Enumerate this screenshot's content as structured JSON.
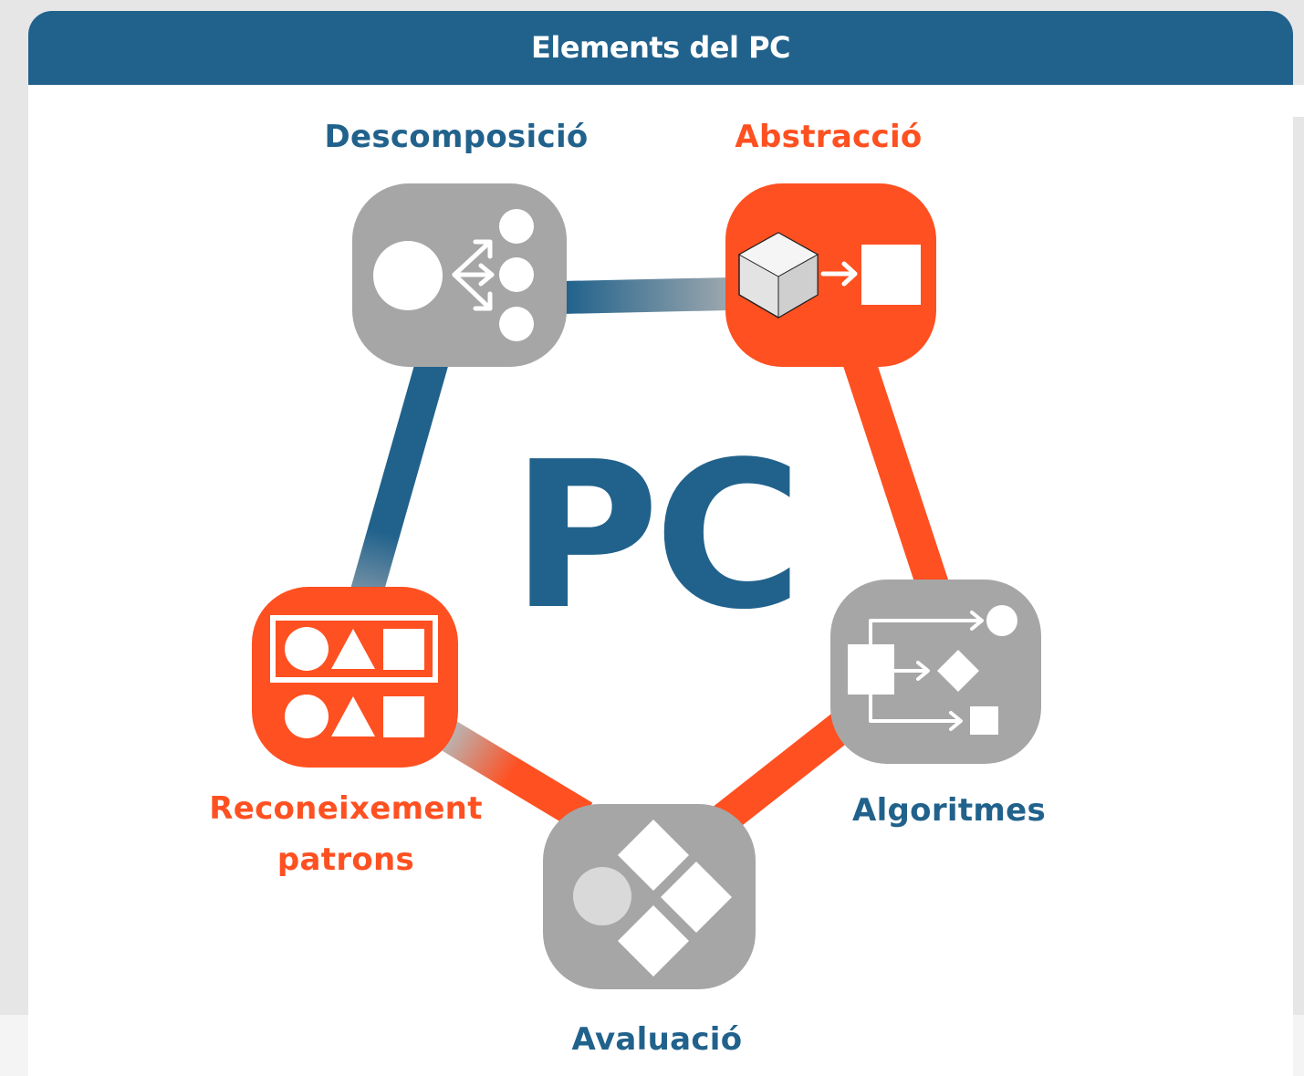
{
  "header": {
    "title": "Elements del PC"
  },
  "center": {
    "text": "PC"
  },
  "nodes": [
    {
      "id": "descomposicio",
      "label": "Descomposició",
      "color": "#21628c",
      "box_color": "#a6a6a6",
      "icon": "decomposition-icon"
    },
    {
      "id": "abstraccio",
      "label": "Abstracció",
      "color": "#fe5021",
      "box_color": "#fe5021",
      "icon": "abstraction-icon"
    },
    {
      "id": "algoritmes",
      "label": "Algoritmes",
      "color": "#21628c",
      "box_color": "#a6a6a6",
      "icon": "flowchart-icon"
    },
    {
      "id": "avaluacio",
      "label": "Avaluació",
      "color": "#21628c",
      "box_color": "#a6a6a6",
      "icon": "evaluation-icon"
    },
    {
      "id": "reconeixement",
      "label_line1": "Reconeixement",
      "label_line2": "patrons",
      "color": "#fe5021",
      "box_color": "#fe5021",
      "icon": "pattern-icon"
    }
  ],
  "colors": {
    "primary_blue": "#21628c",
    "accent_orange": "#fe5021",
    "node_gray": "#a6a6a6"
  }
}
